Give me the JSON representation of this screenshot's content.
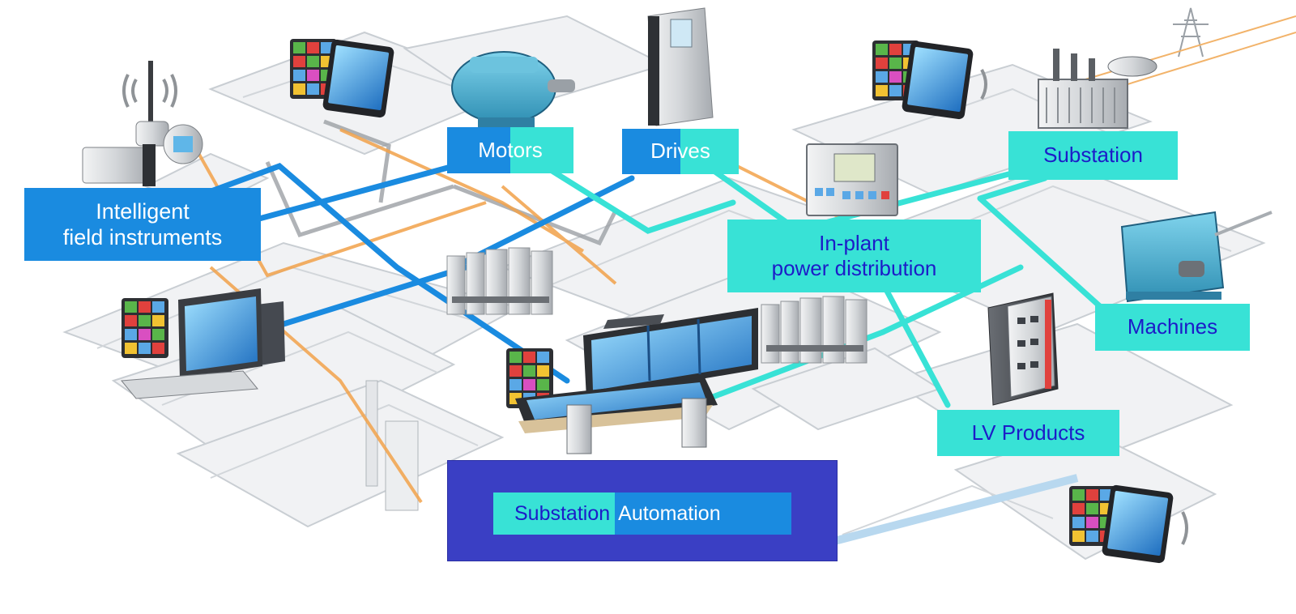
{
  "diagram": {
    "labels": {
      "intelligent_line1": "Intelligent",
      "intelligent_line2": "field instruments",
      "motors": "Motors",
      "drives": "Drives",
      "substation": "Substation",
      "inplant_line1": "In-plant",
      "inplant_line2": "power distribution",
      "machines": "Machines",
      "lv_products": "LV Products",
      "substation_automation_word1": "Substation",
      "substation_automation_word2": "Automation"
    },
    "colors": {
      "label_blue": "#1a8be0",
      "label_cyan": "#38e2d6",
      "label_text_dark": "#1c1cc8",
      "automation_box": "#3a3fc4",
      "plant_outline": "#c9ced3",
      "plant_fill": "#f1f2f4",
      "line_orange": "#f2a24a",
      "line_grey": "#9ca0a5"
    },
    "icons": [
      "wireless-field-instrument-icon",
      "factory-app-grid-icon",
      "tablet-icon",
      "electric-motor-icon",
      "drive-cabinet-icon",
      "protection-relay-icon",
      "power-transformer-icon",
      "industrial-machine-icon",
      "lv-switchgear-cabinet-icon",
      "io-module-rack-icon",
      "operator-workstation-icon",
      "control-room-console-icon",
      "transmission-tower-icon",
      "chimney-icon"
    ]
  }
}
